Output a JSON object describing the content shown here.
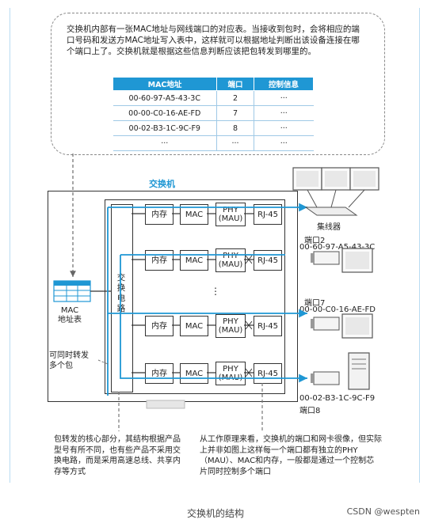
{
  "callout_text": "交换机内部有一张MAC地址与网线端口的对应表。当接收到包时，会将相应的端口号码和发送方MAC地址写入表中，这样就可以根据地址判断出该设备连接在哪个端口上了。交换机就是根据这些信息判断应该把包转发到哪里的。",
  "mac_table": {
    "headers": [
      "MAC地址",
      "端口",
      "控制信息"
    ],
    "rows": [
      [
        "00-60-97-A5-43-3C",
        "2",
        "···"
      ],
      [
        "00-00-C0-16-AE-FD",
        "7",
        "···"
      ],
      [
        "00-02-B3-1C-9C-F9",
        "8",
        "···"
      ],
      [
        "···",
        "···",
        "···"
      ]
    ]
  },
  "switch_label": "交换机",
  "core_label": "交换电路",
  "blocks": {
    "memory": "内存",
    "mac": "MAC",
    "phy": "PHY\n(MAU)",
    "rj45": "RJ-45"
  },
  "vertical_dots": "⋮",
  "hub_label": "集线器",
  "ports": [
    {
      "port": "端口2",
      "mac": "00-60-97-A5-43-3C"
    },
    {
      "port": "端口7",
      "mac": "00-00-C0-16-AE-FD"
    },
    {
      "port": "端口8",
      "mac": "00-02-B3-1C-9C-F9"
    }
  ],
  "mac_table_label": "MAC\n地址表",
  "multi_forward": "可同时转发\n多个包",
  "note_left": "包转发的核心部分，其结构根据产品型号有所不同，也有些产品不采用交换电路，而是采用高速总线、共享内存等方式",
  "note_right": "从工作原理来看，交换机的端口和网卡很像，但实际上并非如图上这样每一个端口都有独立的PHY（MAU）、MAC和内存，一般都是通过一个控制芯片同时控制多个端口",
  "caption": "交换机的结构",
  "watermark": "CSDN @wespten",
  "colors": {
    "accent": "#1f97d4",
    "line": "#1f97d4"
  }
}
